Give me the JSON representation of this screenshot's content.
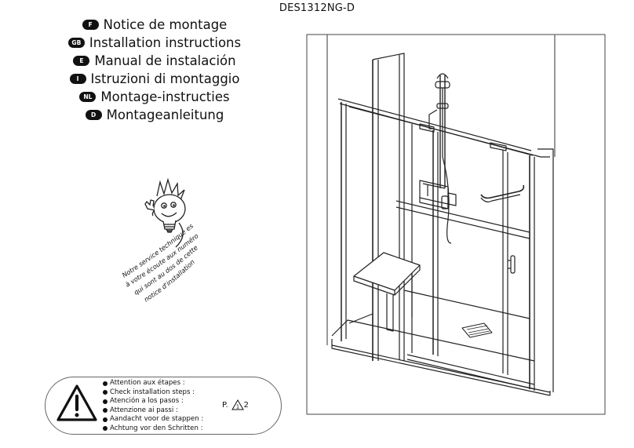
{
  "model_code": "DES1312NG-D",
  "titles": [
    {
      "flag": "F",
      "text": "Notice de montage"
    },
    {
      "flag": "GB",
      "text": "Installation instructions"
    },
    {
      "flag": "E",
      "text": "Manual de instalación"
    },
    {
      "flag": "I",
      "text": "Istruzioni di montaggio"
    },
    {
      "flag": "NL",
      "text": "Montage-instructies"
    },
    {
      "flag": "D",
      "text": "Montageanleitung"
    }
  ],
  "service_note": {
    "lines": [
      "Notre service technique est",
      "à votre écoute aux numéros",
      "qui sont au dos de cette",
      "notice d'installation"
    ]
  },
  "steps_notice": {
    "lines": [
      "Attention aux étapes :",
      "Check installation steps :",
      "Atención a los pasos :",
      "Attenzione ai passi :",
      "Aandacht voor de stappen :",
      "Achtung vor den Schritten :"
    ],
    "page_label": "P.",
    "page_number": "2"
  }
}
